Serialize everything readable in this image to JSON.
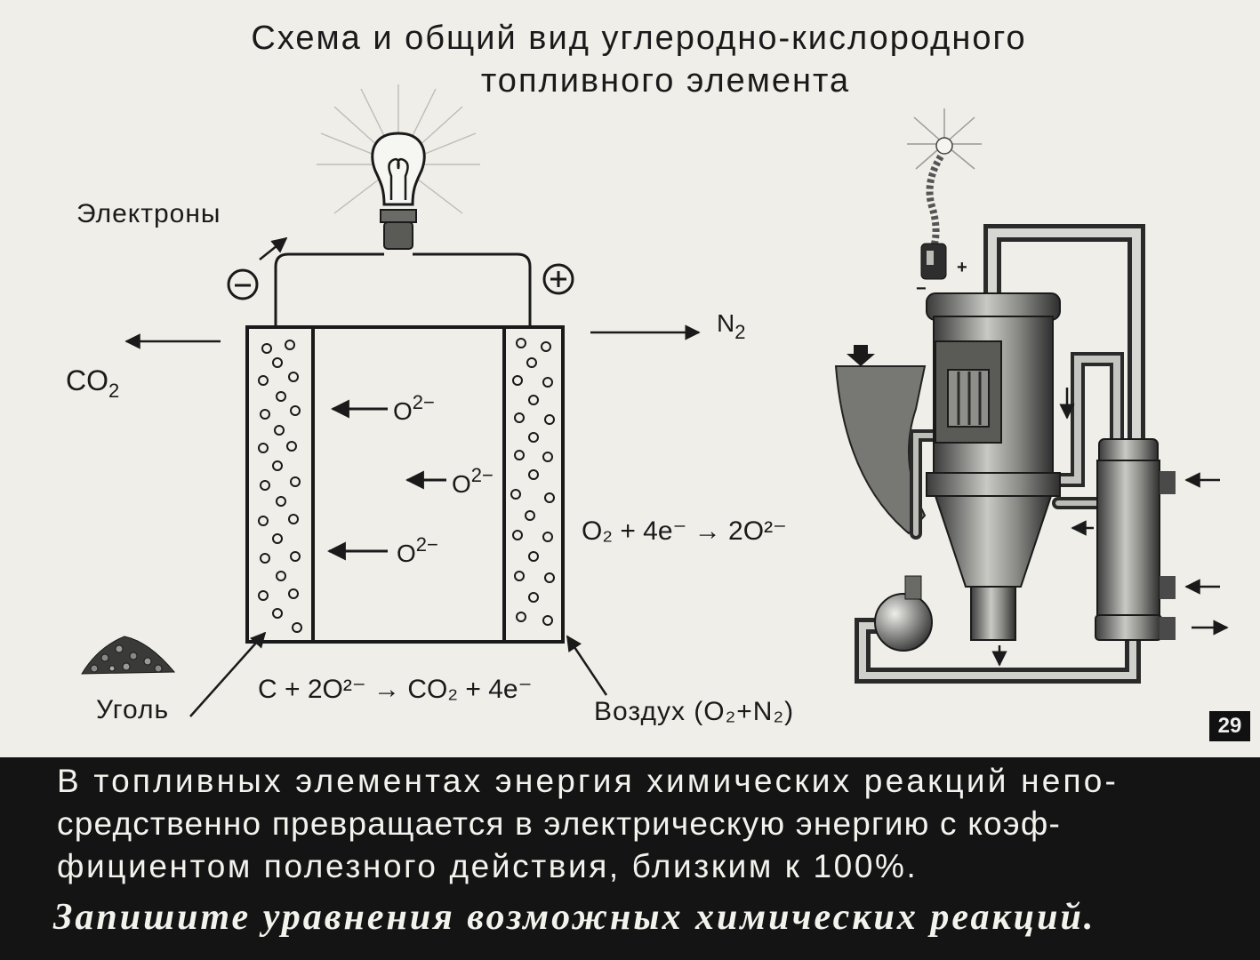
{
  "title": {
    "line1": "Схема и общий вид углеродно-кислородного",
    "line2": "топливного элемента"
  },
  "labels": {
    "electrons": "Электроны",
    "minus": "−",
    "plus": "+",
    "co2_main": "CO",
    "co2_sub": "2",
    "n2_main": "N",
    "n2_sub": "2",
    "o2_ion_main": "O",
    "o2_ion_sup": "2−",
    "coal": "Уголь",
    "air": "Воздух (O₂+N₂)",
    "cathode_reaction": "O₂ + 4e⁻ → 2O²⁻",
    "anode_reaction": "C + 2O²⁻ → CO₂ + 4e⁻",
    "device_minus": "−",
    "device_plus": "+"
  },
  "page_number": "29",
  "caption": {
    "line1": "В топливных элементах энергия химических реакций непо-",
    "line2": "средственно превращается в электрическую энергию с коэф-",
    "line3": "фициентом полезного действия, близким к 100%.",
    "task": "Запишите уравнения возможных химических реакций."
  },
  "colors": {
    "slide_bg": "#efeee9",
    "caption_bg": "#141414",
    "caption_text": "#f3f3ee",
    "metal_dark": "#4a4a4a",
    "metal_light": "#b9b9b5"
  }
}
